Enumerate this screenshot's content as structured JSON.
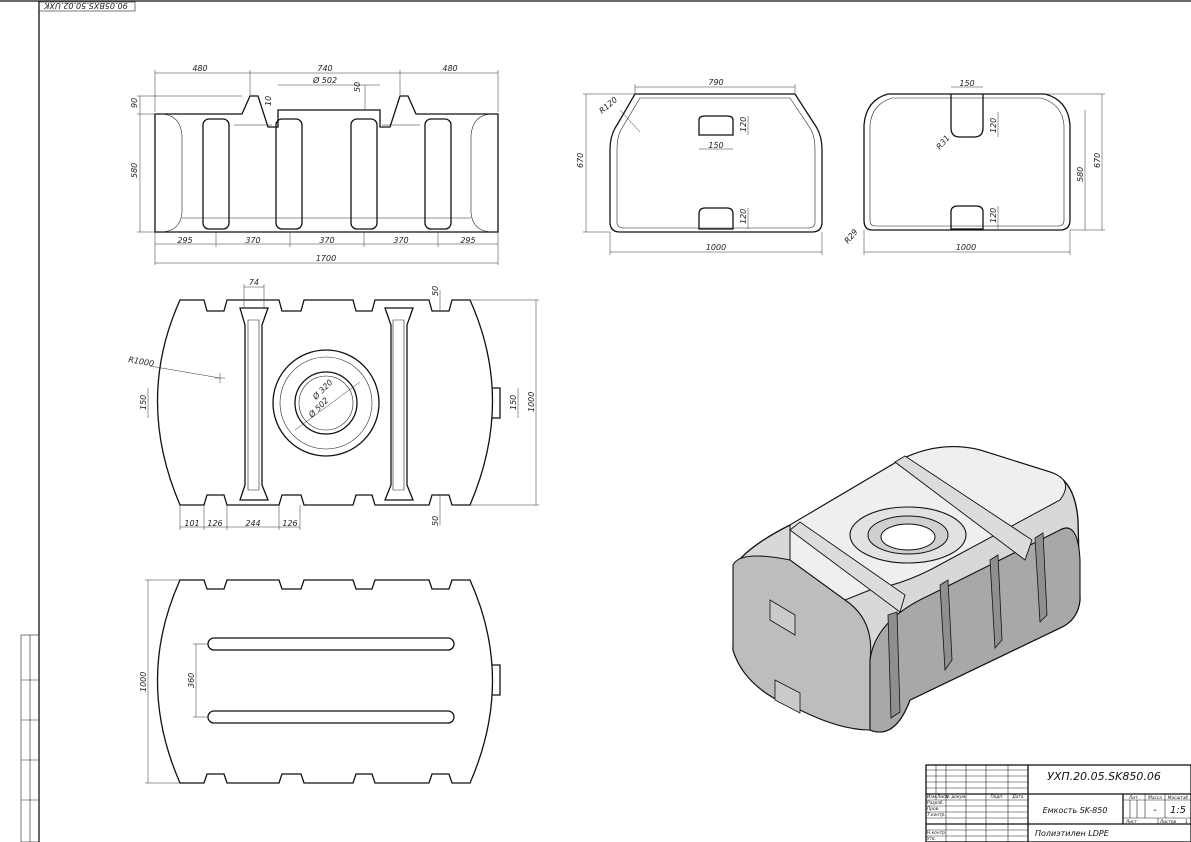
{
  "drawing": {
    "stamp_code_rotated": "90.05ВХS.50.02.UXK",
    "dimensions": {
      "front": {
        "width_left": "480",
        "width_mid": "740",
        "width_right": "480",
        "hole_dia": "Ø 502",
        "neck_depth": "50",
        "top_step": "90",
        "neck_height": "10",
        "body_height": "580",
        "seg_1": "295",
        "seg_2": "370",
        "seg_3": "370",
        "seg_4": "370",
        "seg_5": "295",
        "total_length": "1700"
      },
      "side1": {
        "top_width": "790",
        "radius": "R120",
        "cut_width": "150",
        "cut_h_top": "120",
        "cut_h_bottom": "120",
        "height": "670",
        "width": "1000"
      },
      "side2": {
        "top_cut": "150",
        "radius_top": "R31",
        "cut_h_top": "120",
        "cut_h_bottom": "120",
        "height_580": "580",
        "height_670": "670",
        "radius_bottom": "R29",
        "width": "1000"
      },
      "top": {
        "neck_w": "74",
        "rib_top": "50",
        "rib_bottom": "50",
        "radius": "R1000",
        "dia_inner": "Ø 320",
        "dia_outer": "Ø 502",
        "left_150": "150",
        "right_150": "150",
        "height": "1000",
        "b1": "101",
        "b2": "126",
        "b3": "244",
        "b4": "126"
      },
      "bottom": {
        "height": "1000",
        "slot_gap": "360"
      }
    },
    "title_block": {
      "doc_code": "УХП.20.05.SK850.06",
      "name": "Емкость SK-850",
      "material": "Полиэтилен LDPE",
      "head_izm": "Изм.",
      "head_list": "Лист",
      "head_doc": "№ докум.",
      "head_sign": "Подп.",
      "head_date": "Дата",
      "row_razrab": "Разраб.",
      "row_prov": "Пров.",
      "row_tkontr": "Т.контр.",
      "row_nkontr": "Н.контр.",
      "row_utv": "Утв.",
      "col_lit": "Лит.",
      "col_mass": "Масса",
      "col_scale": "Масштаб",
      "mass_val": "-",
      "scale_val": "1:5",
      "sheet_label": "Лист",
      "sheets_label": "Листов",
      "sheets_count": "1"
    }
  }
}
